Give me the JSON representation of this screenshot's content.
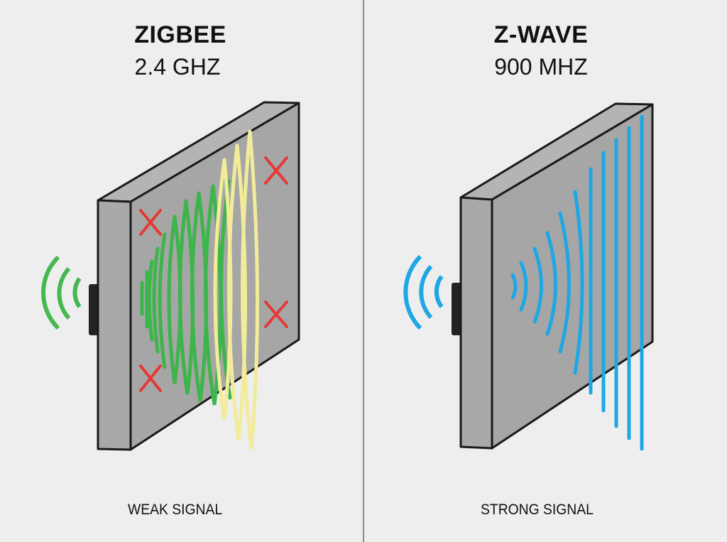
{
  "panels": [
    {
      "id": "zigbee",
      "title": "ZIGBEE",
      "frequency": "2.4 GHZ",
      "caption": "WEAK SIGNAL",
      "signal_color": "#3cb54a",
      "passthrough_color": "#f3eea0",
      "blocked_marker_color": "#e53935",
      "blocked_markers": 4
    },
    {
      "id": "zwave",
      "title": "Z-WAVE",
      "frequency": "900 MHZ",
      "caption": "STRONG SIGNAL",
      "signal_color": "#1ea7e4"
    }
  ],
  "colors": {
    "background": "#eeeeee",
    "wall_face": "#a8a8a8",
    "wall_outline": "#1a1a1a",
    "divider": "#8a8a8a"
  }
}
